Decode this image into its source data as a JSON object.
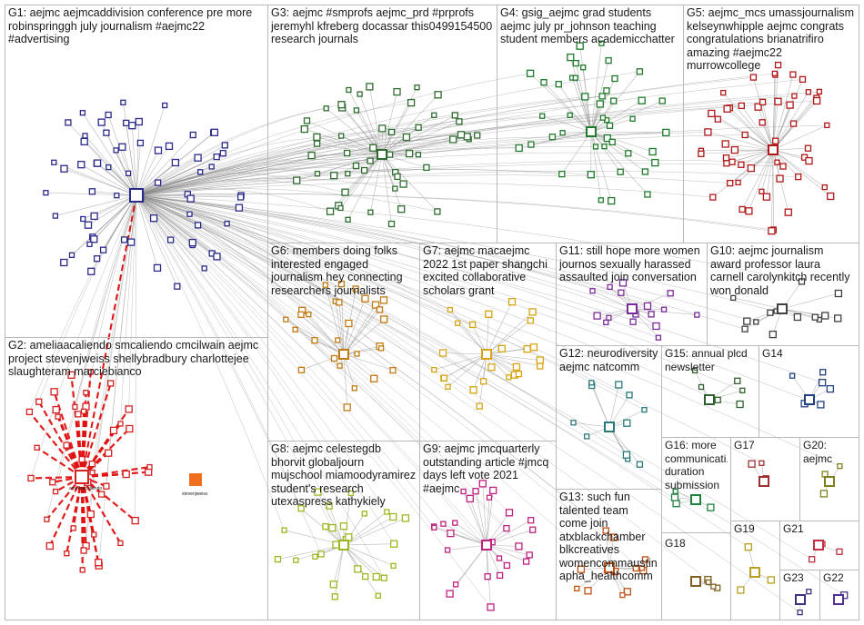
{
  "groups": [
    {
      "id": "G1",
      "label": "G1: aejmc aejmcaddivision conference pre more robinspringgh july journalism #aejmc22 #advertising",
      "color": "#2a2a8a"
    },
    {
      "id": "G2",
      "label": "G2: ameliaacaliendo smcaliendo cmcilwain aejmc project stevenjweiss shellybradbury charlottejee slaughteram marciebianco",
      "color": "#d42020"
    },
    {
      "id": "G3",
      "label": "G3: aejmc #smprofs aejmc_prd #prprofs jeremyhl kfreberg docassar this0499154500 research journals",
      "color": "#2e6b2e"
    },
    {
      "id": "G4",
      "label": "G4: gsig_aejmc grad students aejmc july pr_johnson teaching student members academicchatter",
      "color": "#1f7a2a"
    },
    {
      "id": "G5",
      "label": "G5: aejmc_mcs umassjournalism kelseynwhipple aejmc congrats congratulations brianatrifiro amazing #aejmc22 murrowcollege",
      "color": "#b01818"
    },
    {
      "id": "G6",
      "label": "G6: members doing folks interested engaged journalism hey connecting researchers journalists",
      "color": "#c07a10"
    },
    {
      "id": "G7",
      "label": "G7: aejmc macaejmc 2022 1st paper shangchi excited collaborative scholars grant",
      "color": "#d8a410"
    },
    {
      "id": "G8",
      "label": "G8: aejmc celestegdb bhorvit globaljourn mujschool miamoodyramirez student's research utexaspress kathykiely",
      "color": "#9bb820"
    },
    {
      "id": "G9",
      "label": "G9: aejmc jmcquarterly outstanding article #jmcq days left vote 2021 #aejmc",
      "color": "#c02080"
    },
    {
      "id": "G10",
      "label": "G10: aejmc journalism award professor laura carnell carolynkitch recently won donald",
      "color": "#404040"
    },
    {
      "id": "G11",
      "label": "G11: still hope more women journos sexually harassed assaulted join conversation",
      "color": "#7a2a9a"
    },
    {
      "id": "G12",
      "label": "G12: neurodiversity aejmc natcomm",
      "color": "#2a7a7a"
    },
    {
      "id": "G13",
      "label": "G13: such fun talented team come join atxblackchamber blkcreatives womencommaustin apha_healthcomm",
      "color": "#c05010"
    },
    {
      "id": "G14",
      "label": "G14",
      "color": "#204080"
    },
    {
      "id": "G15",
      "label": "G15: annual plcd newsletter",
      "color": "#306030"
    },
    {
      "id": "G16",
      "label": "G16: more communicati... duration submission",
      "color": "#208040"
    },
    {
      "id": "G17",
      "label": "G17",
      "color": "#a03030"
    },
    {
      "id": "G18",
      "label": "G18",
      "color": "#806020"
    },
    {
      "id": "G19",
      "label": "G19",
      "color": "#b8a020"
    },
    {
      "id": "G20",
      "label": "G20: aejmc",
      "color": "#808020"
    },
    {
      "id": "G21",
      "label": "G21",
      "color": "#c03040"
    },
    {
      "id": "G22",
      "label": "G22",
      "color": "#503090"
    },
    {
      "id": "G23",
      "label": "G23",
      "color": "#403080"
    }
  ],
  "node_labels": {
    "G2_hub": "ameliaacaliendo",
    "G2_side": "stevenjweiss"
  }
}
